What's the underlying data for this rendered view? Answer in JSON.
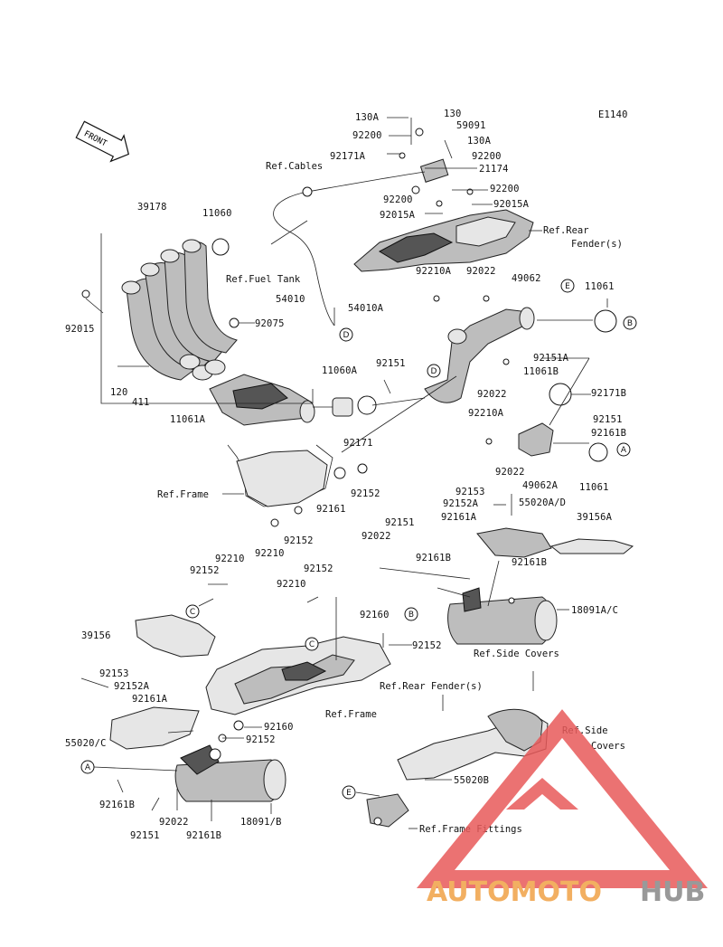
{
  "diagram_code": "E1140",
  "front_label": "FRONT",
  "labels": {
    "p130A": "130A",
    "p130": "130",
    "p59091": "59091",
    "p92200a": "92200",
    "p130A_b": "130A",
    "p92171A": "92171A",
    "p92200b": "92200",
    "p21174": "21174",
    "p92200c": "92200",
    "p92200d": "92200",
    "p92015A_a": "92015A",
    "p92015A_b": "92015A",
    "p39178": "39178",
    "p11060": "11060",
    "p92015": "92015",
    "p92075": "92075",
    "p120": "120",
    "p411": "411",
    "p11061A": "11061A",
    "p54010": "54010",
    "p54010A": "54010A",
    "p92210A_a": "92210A",
    "p92022_a": "92022",
    "p49062": "49062",
    "p11061_a": "11061",
    "p11060A": "11060A",
    "p92151_a": "92151",
    "p92151A": "92151A",
    "p11061B": "11061B",
    "p92022_b": "92022",
    "p92171B": "92171B",
    "p92171": "92171",
    "p92210A_b": "92210A",
    "p92151_b": "92151",
    "p92161B_a": "92161B",
    "p92022_c": "92022",
    "p11061_b": "11061",
    "p92161_a": "92161",
    "p92152_a": "92152",
    "p92210_a": "92210",
    "p92152_b": "92152",
    "p92153_a": "92153",
    "p49062A": "49062A",
    "p92152A_a": "92152A",
    "p55020AD": "55020A/D",
    "p92161A_a": "92161A",
    "p39156A": "39156A",
    "p92151_c": "92151",
    "p92022_d": "92022",
    "p92161B_b": "92161B",
    "p92161B_c": "92161B",
    "p92210_b": "92210",
    "p92152_c": "92152",
    "p92152_d": "92152",
    "p92210_c": "92210",
    "p18091AC": "18091A/C",
    "p92160_a": "92160",
    "p92152_e": "92152",
    "p39156": "39156",
    "p92153_b": "92153",
    "p92152A_b": "92152A",
    "p92161A_b": "92161A",
    "p55020C": "55020/C",
    "p92160_b": "92160",
    "p92152_f": "92152",
    "p92161B_d": "92161B",
    "p92022_e": "92022",
    "p92151_d": "92151",
    "p92161B_e": "92161B",
    "p18091B": "18091/B",
    "p55020B": "55020B"
  },
  "refs": {
    "cables": "Ref.Cables",
    "rear_fender": "Ref.Rear",
    "rear_fender2": "Fender(s)",
    "fuel_tank": "Ref.Fuel Tank",
    "frame_a": "Ref.Frame",
    "frame_b": "Ref.Frame",
    "side_covers_a": "Ref.Side Covers",
    "rear_fender_s": "Ref.Rear Fender(s)",
    "side_covers_b": "Ref.Side",
    "side_covers_b2": "Covers",
    "frame_fittings": "Ref.Frame Fittings"
  },
  "callouts": {
    "A": "A",
    "B": "B",
    "C": "C",
    "D": "D",
    "E": "E"
  },
  "watermark": {
    "part1": "AUTOMOTO",
    "part2": "HUB",
    "color_auto": "#f0a246",
    "color_hub": "#888888",
    "color_triangle": "#e85a5a"
  }
}
